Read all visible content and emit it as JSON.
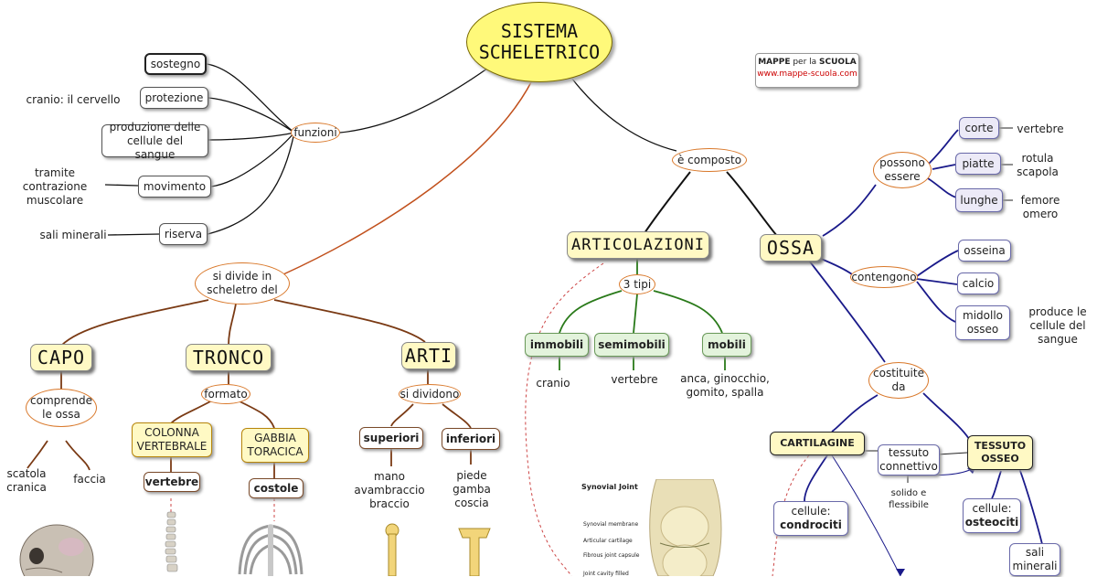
{
  "title": "SISTEMA\nSCHELETRICO",
  "badge": {
    "brand_a": "MAPPE",
    "brand_b": " per la ",
    "brand_c": "SCUOLA",
    "url": "www.mappe-scuola.com"
  },
  "funzioni": {
    "label": "funzioni",
    "items": [
      "sostegno",
      "protezione",
      "produzione delle cellule del sangue",
      "movimento",
      "riserva"
    ],
    "notes": [
      "cranio: il cervello",
      "tramite contrazione muscolare",
      "sali minerali"
    ]
  },
  "divide": {
    "label": "si divide in scheletro del",
    "capo": {
      "label": "CAPO",
      "link": "comprende le ossa",
      "parts": [
        "scatola cranica",
        "faccia"
      ]
    },
    "tronco": {
      "label": "TRONCO",
      "link": "formato",
      "parts": [
        "COLONNA VERTEBRALE",
        "GABBIA TORACICA"
      ],
      "sub": [
        "vertebre",
        "costole"
      ]
    },
    "arti": {
      "label": "ARTI",
      "link": "si dividono",
      "parts": [
        "superiori",
        "inferiori"
      ],
      "sub": [
        "mano avambraccio braccio",
        "piede gamba coscia"
      ]
    }
  },
  "composto": "è composto",
  "articolazioni": {
    "label": "ARTICOLAZIONI",
    "link": "3 tipi",
    "types": [
      "immobili",
      "semimobili",
      "mobili"
    ],
    "examples": [
      "cranio",
      "vertebre",
      "anca, ginocchio, gomito, spalla"
    ],
    "figure_title": "Synovial Joint",
    "figure_labels": [
      "Synovial membrane",
      "Articular cartilage",
      "Fibrous joint capsule",
      "Joint cavity filled"
    ]
  },
  "ossa": {
    "label": "OSSA",
    "forme_link": "possono essere",
    "forme": [
      "corte",
      "piatte",
      "lunghe"
    ],
    "forme_ex": [
      "vertebre",
      "rotula scapola",
      "femore omero"
    ],
    "contengono_link": "contengono",
    "contenuti": [
      "osseina",
      "calcio",
      "midollo osseo"
    ],
    "midollo_note": "produce le cellule del sangue",
    "costituite_link": "costituite da",
    "cartilagine": "CARTILAGINE",
    "tessuto_connettivo": "tessuto connettivo",
    "tessuto_note": "solido e flessibile",
    "tessuto_osseo": "TESSUTO OSSEO",
    "cell_label": "cellule:",
    "condrociti": "condrociti",
    "osteociti": "osteociti",
    "sali": "sali minerali"
  }
}
